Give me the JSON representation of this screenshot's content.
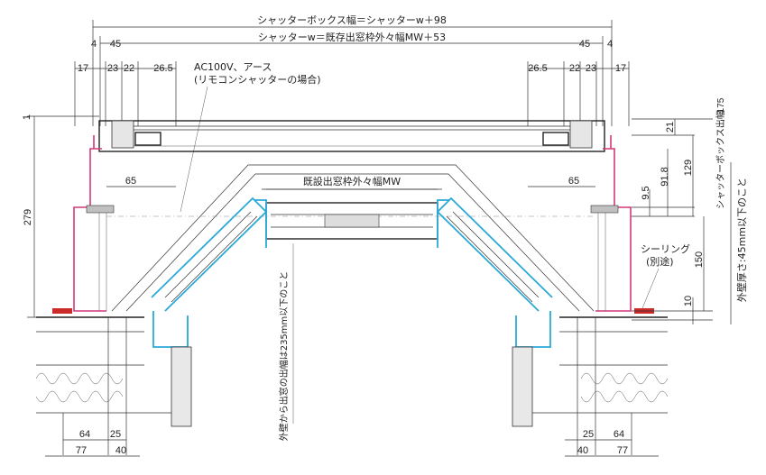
{
  "top_dims": {
    "box_width": "シャッターボックス幅＝シャッターw＋98",
    "shutter_width": "シャッターw＝既存出窓枠外々幅MW＋53",
    "left_4": "4",
    "left_45": "45",
    "right_45": "45",
    "right_4": "4",
    "left_17": "17",
    "left_23": "23",
    "left_22": "22",
    "left_26_5": "26.5",
    "right_26_5": "26.5",
    "right_22": "22",
    "right_23": "23",
    "right_17": "17"
  },
  "notes": {
    "ac_line1": "AC100V、アース",
    "ac_line2": "(リモコンシャッターの場合)",
    "sealing_line1": "シーリング",
    "sealing_line2": "(別途)",
    "existing_width": "既設出窓枠外々幅MW",
    "projection_note": "外壁から出窓の出幅は235mm以下のこと",
    "wall_note": "外壁厚さ:45mm以下のこと",
    "box_height_label": "シャッターボックス出幅"
  },
  "side_dims": {
    "left_1": "1",
    "left_279": "279",
    "left_65": "65",
    "right_65": "65",
    "d_175": "175",
    "d_21": "21",
    "d_129": "129",
    "d_91_8": "91.8",
    "d_9_5": "9.5",
    "d_150": "150",
    "d_10": "10"
  },
  "bottom_dims": {
    "left_64": "64",
    "left_25": "25",
    "left_77": "77",
    "left_40": "40",
    "right_25": "25",
    "right_64": "64",
    "right_40": "40",
    "right_77": "77"
  }
}
